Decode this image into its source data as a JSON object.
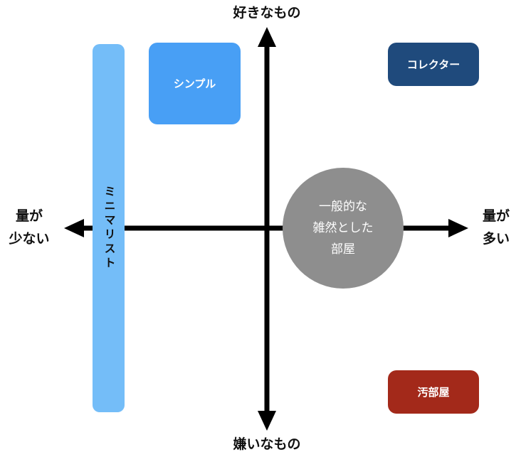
{
  "axes": {
    "top": "好きなもの",
    "bottom": "嫌いなもの",
    "left_line1": "量が",
    "left_line2": "少ない",
    "right_line1": "量が",
    "right_line2": "多い"
  },
  "boxes": {
    "minimalist": {
      "label": "ミニマリスト",
      "color": "#74bdf8"
    },
    "simple": {
      "label": "シンプル",
      "color": "#489ff5"
    },
    "collector": {
      "label": "コレクター",
      "color": "#1f4a7c"
    },
    "messy_room": {
      "label": "汚部屋",
      "color": "#a3291a"
    },
    "general": {
      "line1": "一般的な",
      "line2": "雑然とした",
      "line3": "部屋",
      "color": "#8e8e8e"
    }
  }
}
